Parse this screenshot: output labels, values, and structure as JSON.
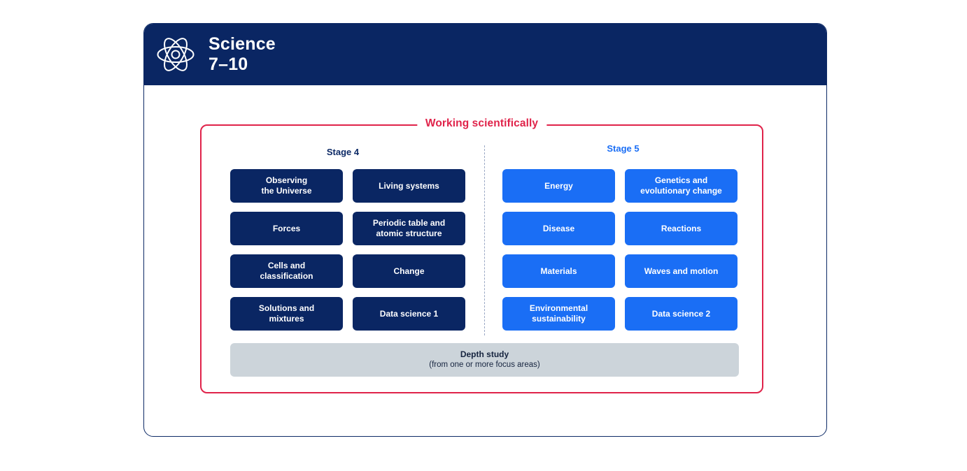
{
  "header": {
    "icon": "atom-icon",
    "title_line1": "Science",
    "title_line2": "7–10"
  },
  "diagram": {
    "frame_title": "Working scientifically",
    "frame_color": "#e0234a",
    "stage4": {
      "label": "Stage 4",
      "label_color": "#0d2a66",
      "box_color": "#0a2663",
      "boxes": [
        "Observing\nthe Universe",
        "Living systems",
        "Forces",
        "Periodic table and\natomic structure",
        "Cells and\nclassification",
        "Change",
        "Solutions and\nmixtures",
        "Data science 1"
      ]
    },
    "stage5": {
      "label": "Stage 5",
      "label_color": "#1a6ef5",
      "box_color": "#1a6ef5",
      "boxes": [
        "Energy",
        "Genetics and\nevolutionary change",
        "Disease",
        "Reactions",
        "Materials",
        "Waves and motion",
        "Environmental\nsustainability",
        "Data science 2"
      ]
    },
    "depth_study": {
      "title": "Depth study",
      "subtitle": "(from one or more focus areas)",
      "background": "#ccd4da"
    }
  }
}
